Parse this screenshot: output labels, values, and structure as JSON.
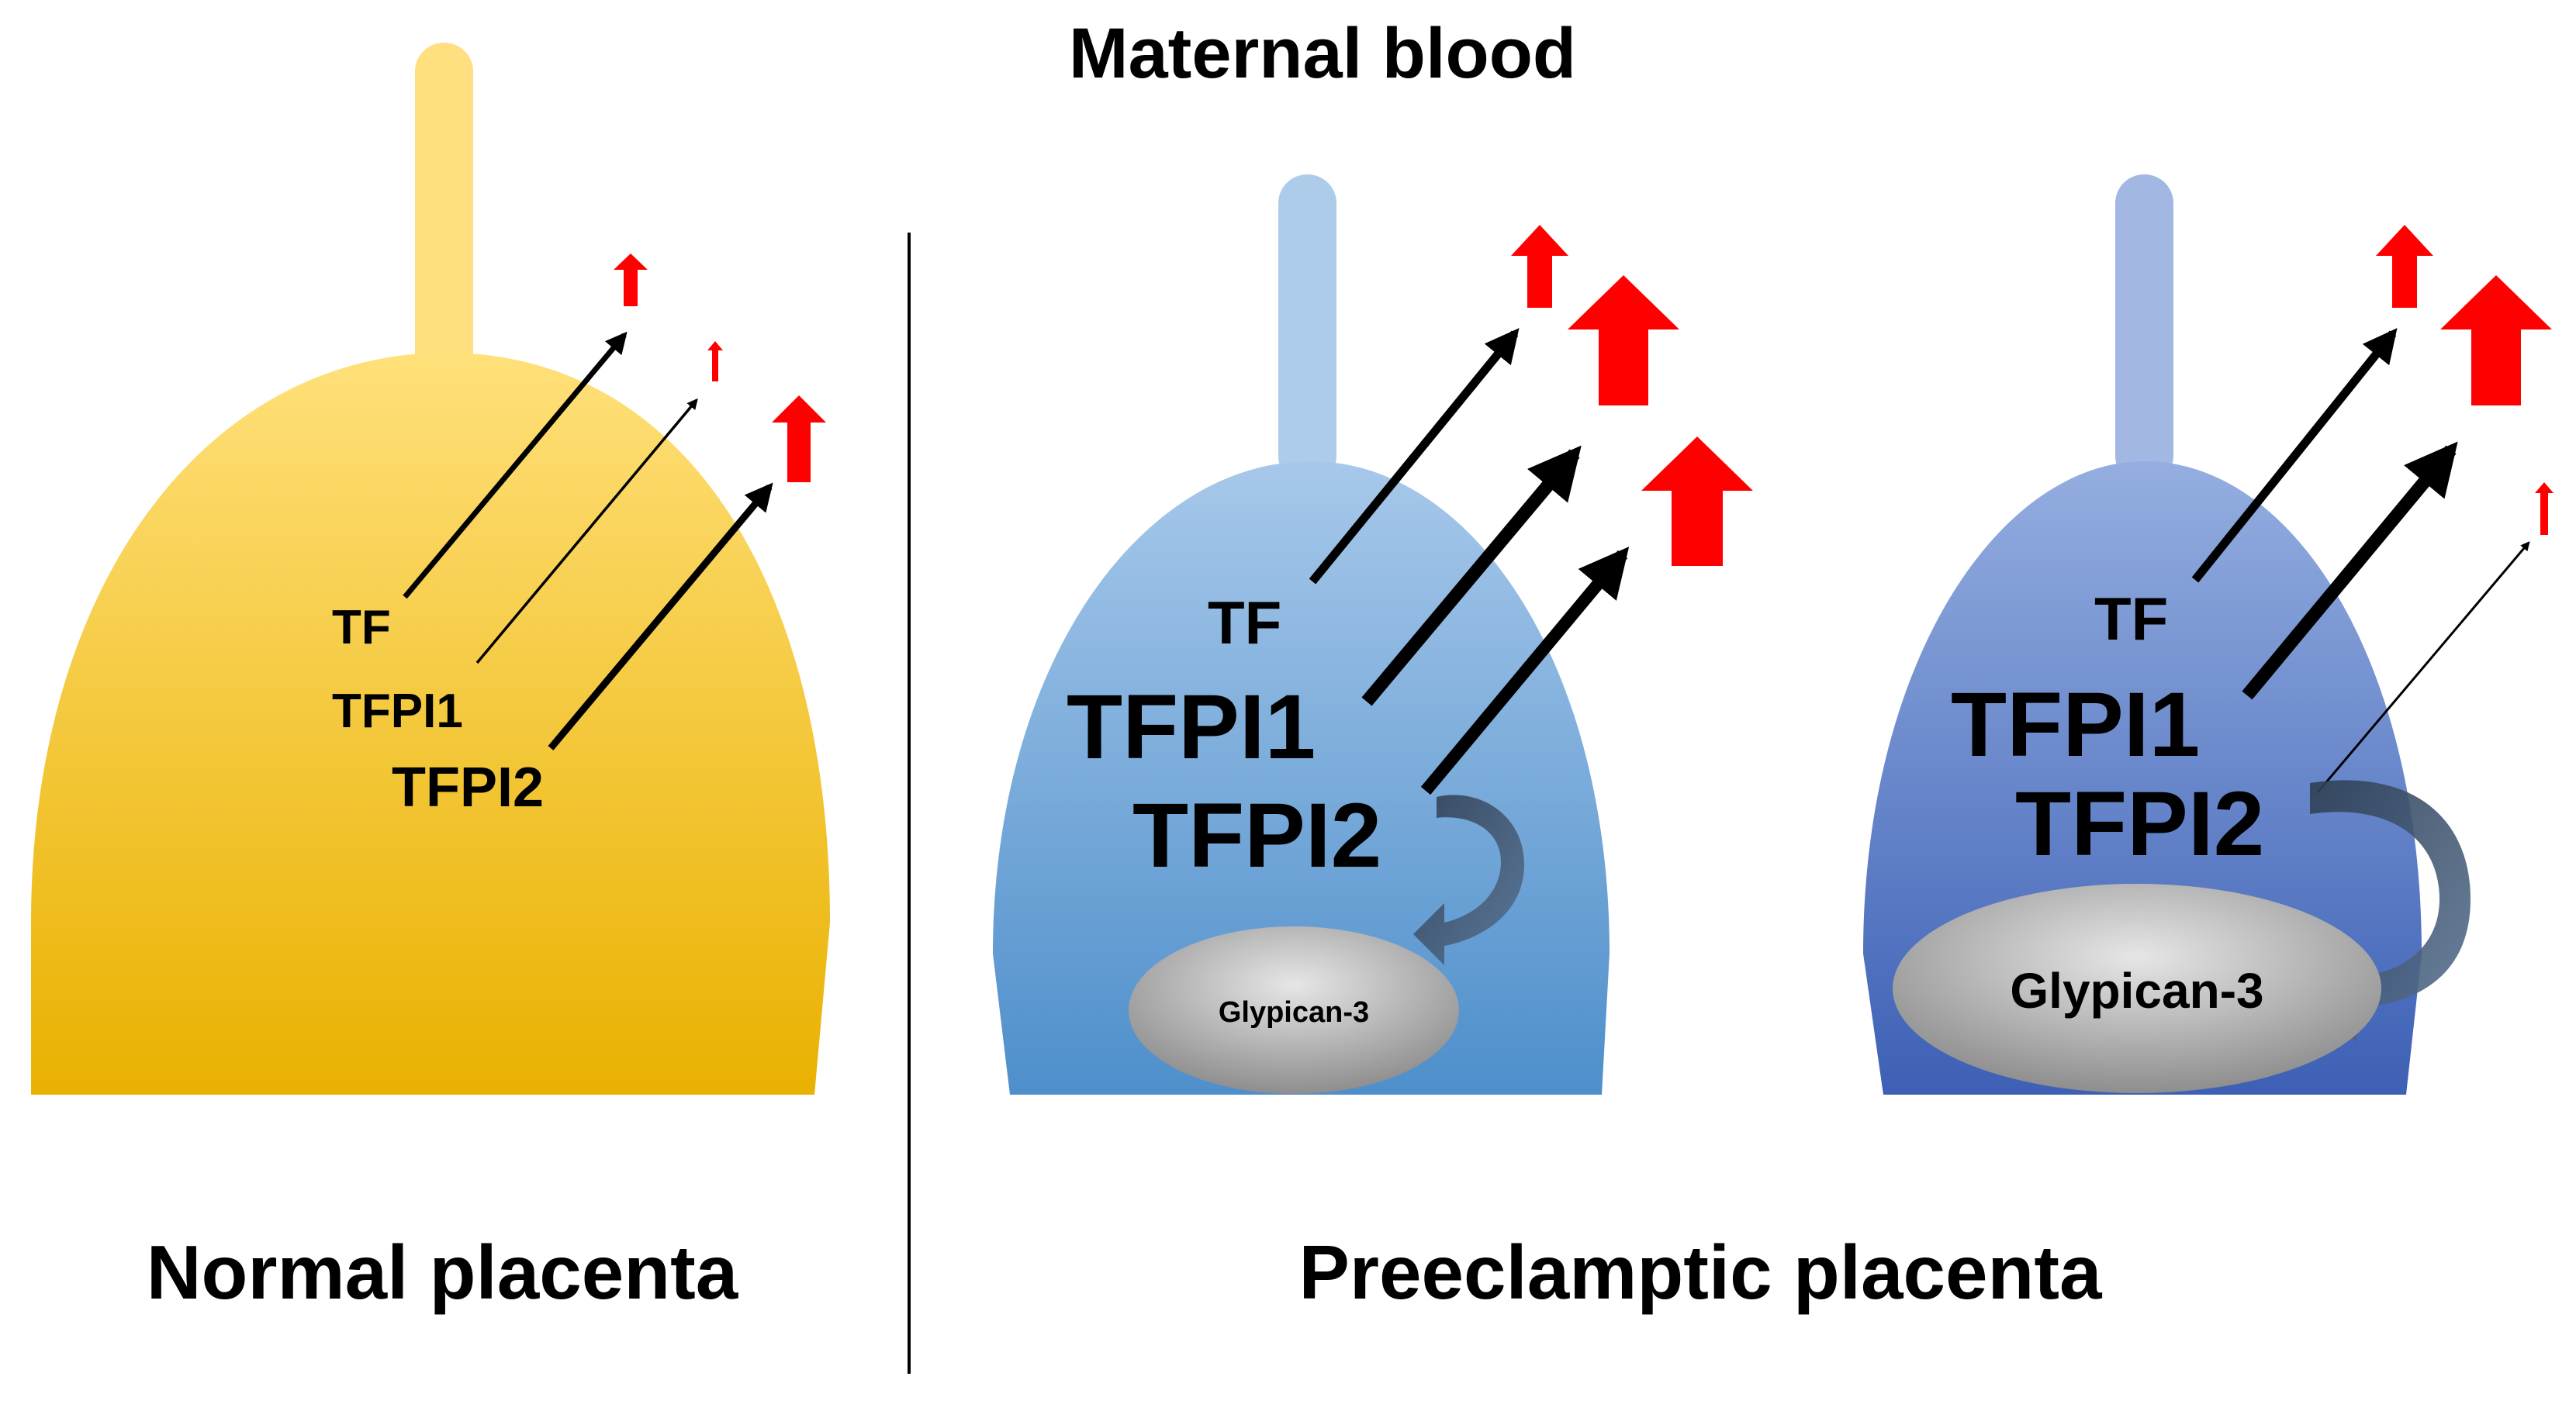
{
  "top_label": "Maternal blood",
  "colors": {
    "normal_top": "#FFE07A",
    "normal_bottom": "#E9B100",
    "normal_villus": "#FFDF80",
    "pe1_top": "#A7C8EA",
    "pe1_bottom": "#4E8FCB",
    "pe1_villus": "#ADCCEA",
    "pe2_top": "#94AEE0",
    "pe2_bottom": "#3D60B5",
    "pe2_villus": "#A2B8E2",
    "up_arrow": "#FF0000",
    "release_arrow": "#000000",
    "glypican": "#B8B8B8",
    "curve_arrow": "#3F546A",
    "divider": "#000000"
  },
  "panels": {
    "normal": {
      "caption": "Normal placenta",
      "labels": {
        "tf": "TF",
        "tfpi1": "TFPI1",
        "tfpi2": "TFPI2"
      }
    },
    "preeclamptic_1": {
      "labels": {
        "tf": "TF",
        "tfpi1": "TFPI1",
        "tfpi2": "TFPI2"
      },
      "glypican": "Glypican-3"
    },
    "preeclamptic_2": {
      "labels": {
        "tf": "TF",
        "tfpi1": "TFPI1",
        "tfpi2": "TFPI2"
      },
      "glypican": "Glypican-3"
    },
    "preeclamptic_caption": "Preeclamptic placenta"
  }
}
